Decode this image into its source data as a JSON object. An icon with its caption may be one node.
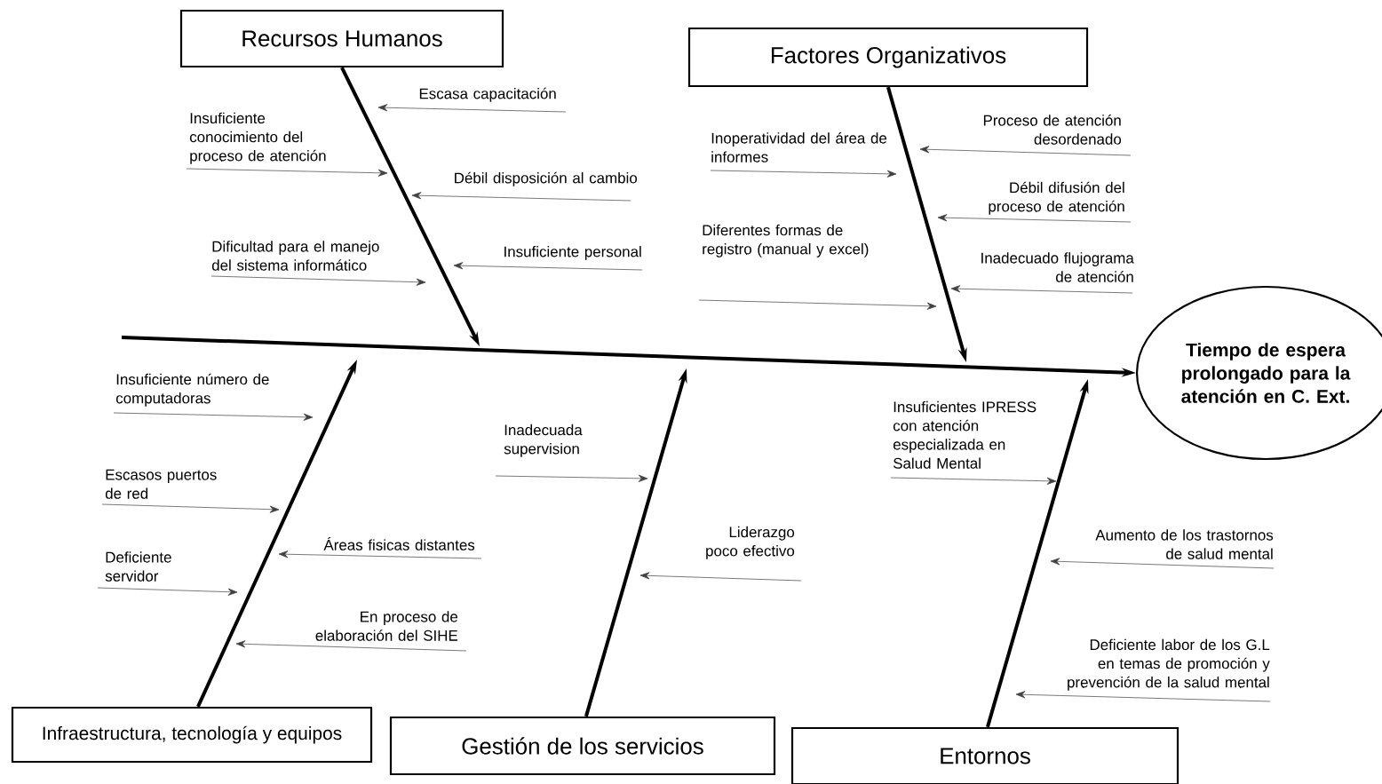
{
  "diagram": {
    "nodes": [
      {
        "text": [
          "Recursos Humanos"
        ]
      },
      {
        "text": [
          "Factores Organizativos"
        ]
      },
      {
        "text": [
          "Infraestructura, tecnología y equipos"
        ]
      },
      {
        "text": [
          "Gestión de los servicios"
        ]
      },
      {
        "text": [
          "Entornos"
        ]
      },
      {
        "text": [
          "Tiempo de espera prolongado para la atención en C. Ext."
        ]
      },
      {
        "text": [
          "Escasa capacitación"
        ]
      },
      {
        "text": [
          "Insuficiente conocimiento del proceso de atención"
        ]
      },
      {
        "text": [
          "Débil disposición al cambio"
        ]
      },
      {
        "text": [
          "Dificultad para el manejo del sistema informático"
        ]
      },
      {
        "text": [
          "Insuficiente personal"
        ]
      },
      {
        "text": [
          "Inoperatividad del área de informes"
        ]
      },
      {
        "text": [
          "Proceso de atención desordenado"
        ]
      },
      {
        "text": [
          "Débil difusión del proceso de atención"
        ]
      },
      {
        "text": [
          "Diferentes formas de registro (manual y excel)"
        ]
      },
      {
        "text": [
          "Inadecuado flujograma de atención"
        ]
      },
      {
        "text": [
          "Insuficiente número de computadoras"
        ]
      },
      {
        "text": [
          "Escasos puertos de red"
        ]
      },
      {
        "text": [
          "Deficiente servidor"
        ]
      },
      {
        "text": [
          "Áreas fisicas distantes"
        ]
      },
      {
        "text": [
          "En proceso de elaboración del SIHE"
        ]
      },
      {
        "text": [
          "Inadecuada supervision"
        ]
      },
      {
        "text": [
          "Liderazgo poco efectivo"
        ]
      },
      {
        "text": [
          "Insuficientes IPRESS con atención especializada en Salud Mental"
        ]
      },
      {
        "text": [
          "Aumento de los trastornos de salud mental"
        ]
      },
      {
        "text": [
          "Deficiente labor de los G.L en temas de promoción y prevención de la salud mental"
        ]
      }
    ],
    "edges": [
      {
        "from": null,
        "to": 5,
        "arrow": "to",
        "style": "thick"
      },
      {
        "from": 0,
        "to": null,
        "arrow": "to",
        "style": "thick"
      },
      {
        "from": 1,
        "to": null,
        "arrow": "to",
        "style": "thick"
      },
      {
        "from": 2,
        "to": null,
        "arrow": "to",
        "style": "thick"
      },
      {
        "from": 3,
        "to": null,
        "arrow": "to",
        "style": "thick"
      },
      {
        "from": 4,
        "to": null,
        "arrow": "to",
        "style": "thick"
      },
      {
        "from": 6,
        "to": null,
        "arrow": "to"
      },
      {
        "from": 7,
        "to": null,
        "arrow": "to"
      },
      {
        "from": 8,
        "to": null,
        "arrow": "to"
      },
      {
        "from": 9,
        "to": null,
        "arrow": "to"
      },
      {
        "from": 10,
        "to": null,
        "arrow": "to"
      },
      {
        "from": 11,
        "to": null,
        "arrow": "to"
      },
      {
        "from": 12,
        "to": null,
        "arrow": "to"
      },
      {
        "from": 13,
        "to": null,
        "arrow": "to"
      },
      {
        "from": 14,
        "to": null,
        "arrow": "to"
      },
      {
        "from": 15,
        "to": null,
        "arrow": "to"
      },
      {
        "from": 16,
        "to": null,
        "arrow": "to"
      },
      {
        "from": 17,
        "to": null,
        "arrow": "to"
      },
      {
        "from": 18,
        "to": null,
        "arrow": "to"
      },
      {
        "from": 19,
        "to": null,
        "arrow": "to"
      },
      {
        "from": 20,
        "to": null,
        "arrow": "to"
      },
      {
        "from": 21,
        "to": null,
        "arrow": "to"
      },
      {
        "from": 22,
        "to": null,
        "arrow": "to"
      },
      {
        "from": 23,
        "to": null,
        "arrow": "to"
      },
      {
        "from": 24,
        "to": null,
        "arrow": "to"
      },
      {
        "from": 25,
        "to": null,
        "arrow": "to"
      }
    ]
  }
}
